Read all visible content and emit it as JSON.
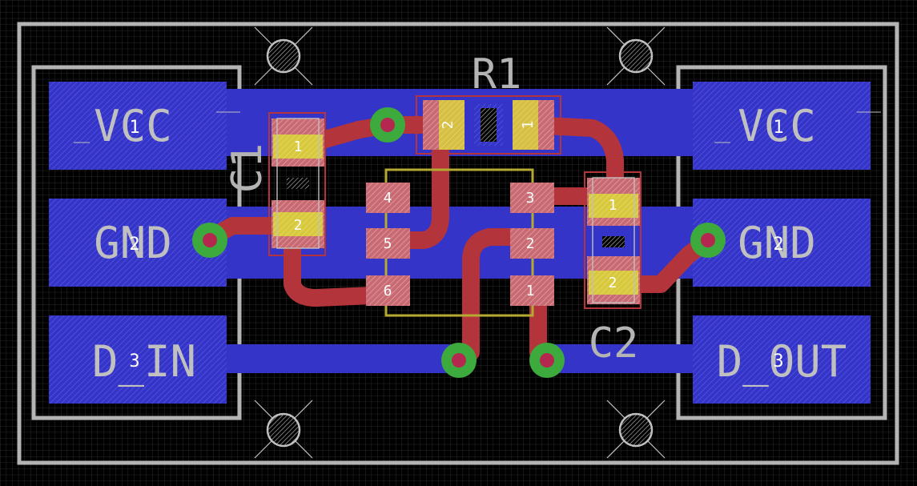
{
  "colors": {
    "background": "#000000",
    "grid": "#2a2a2a",
    "outline": "#b4b4b4",
    "bottom_copper": "#3434c8",
    "top_copper": "#b4343c",
    "smd_pad": "#d8c83c",
    "pad_stop": "#d8868c",
    "via_ring": "#3caa3c",
    "via_hole": "#b42850",
    "silk": "#b4aa32",
    "text": "#c0c0c0"
  },
  "connectors": {
    "left": [
      {
        "label": "VCC",
        "pin": "1"
      },
      {
        "label": "GND",
        "pin": "2"
      },
      {
        "label": "D_IN",
        "pin": "3"
      }
    ],
    "right": [
      {
        "label": "VCC",
        "pin": "1"
      },
      {
        "label": "GND",
        "pin": "2"
      },
      {
        "label": "D_OUT",
        "pin": "3"
      }
    ]
  },
  "parts": {
    "r1": {
      "ref": "R1",
      "pad_a": "2",
      "pad_b": "1"
    },
    "c1": {
      "ref": "C1",
      "pad_a": "1",
      "pad_b": "2"
    },
    "c2": {
      "ref": "C2",
      "pad_a": "1",
      "pad_b": "2"
    },
    "u1": {
      "pins": [
        "1",
        "2",
        "3",
        "4",
        "5",
        "6"
      ]
    }
  }
}
